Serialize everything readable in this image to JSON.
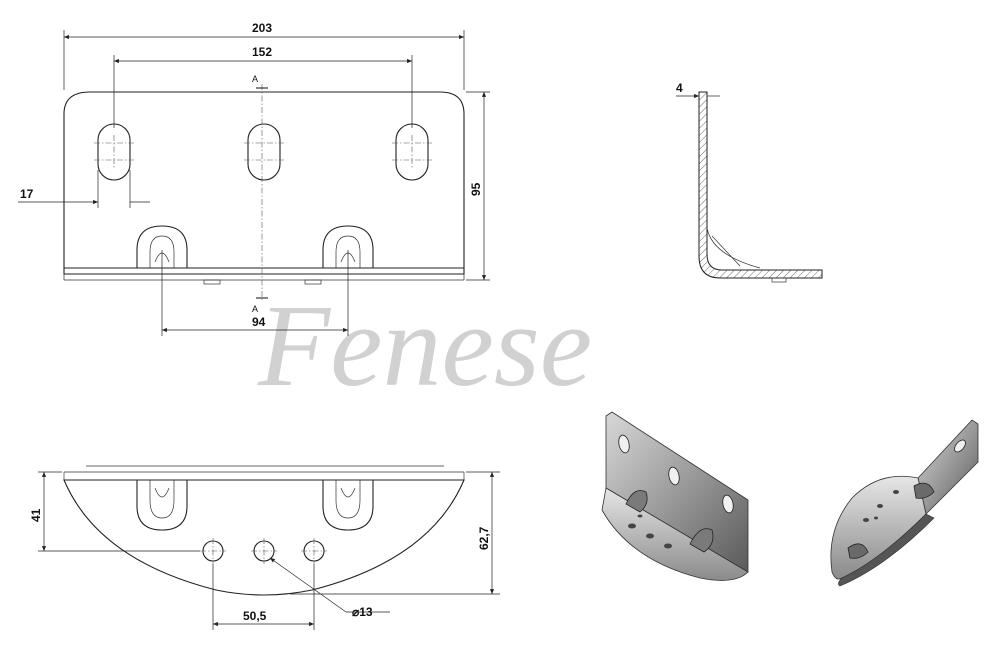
{
  "watermark": "Fenese",
  "front_view": {
    "dim_overall_width": "203",
    "dim_slot_spacing": "152",
    "dim_slot_width": "17",
    "dim_height": "95",
    "dim_bottom_spacing": "94",
    "section_label_top": "A",
    "section_label_bottom": "A"
  },
  "side_view": {
    "dim_thickness": "4"
  },
  "bottom_view": {
    "dim_depth_holes": "41",
    "dim_depth_total": "62,7",
    "dim_hole_spacing": "50,5",
    "dim_hole_diameter": "⌀13"
  }
}
